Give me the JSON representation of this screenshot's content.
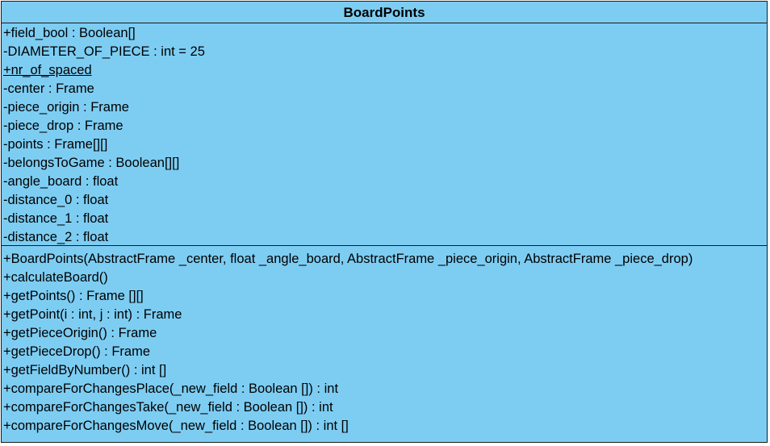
{
  "class": {
    "name": "BoardPoints",
    "attributes": [
      {
        "text": "+field_bool : Boolean[]",
        "static": false
      },
      {
        "text": "-DIAMETER_OF_PIECE : int = 25",
        "static": false
      },
      {
        "text": "+nr_of_spaced",
        "static": true
      },
      {
        "text": "-center : Frame",
        "static": false
      },
      {
        "text": "-piece_origin : Frame",
        "static": false
      },
      {
        "text": "-piece_drop : Frame",
        "static": false
      },
      {
        "text": "-points : Frame[][]",
        "static": false
      },
      {
        "text": "-belongsToGame : Boolean[][]",
        "static": false
      },
      {
        "text": "-angle_board : float",
        "static": false
      },
      {
        "text": "-distance_0 : float",
        "static": false
      },
      {
        "text": "-distance_1 : float",
        "static": false
      },
      {
        "text": "-distance_2 : float",
        "static": false
      }
    ],
    "operations": [
      "+BoardPoints(AbstractFrame _center, float _angle_board, AbstractFrame _piece_origin, AbstractFrame _piece_drop)",
      "+calculateBoard()",
      "+getPoints() : Frame [][]",
      "+getPoint(i : int, j : int) : Frame",
      "+getPieceOrigin() : Frame",
      "+getPieceDrop() : Frame",
      "+getFieldByNumber() : int []",
      "+compareForChangesPlace(_new_field : Boolean []) : int",
      "+compareForChangesTake(_new_field : Boolean []) : int",
      "+compareForChangesMove(_new_field : Boolean []) : int []"
    ]
  },
  "colors": {
    "fill": "#7dcdf3",
    "border": "#1a1a1a",
    "text": "#000000"
  }
}
